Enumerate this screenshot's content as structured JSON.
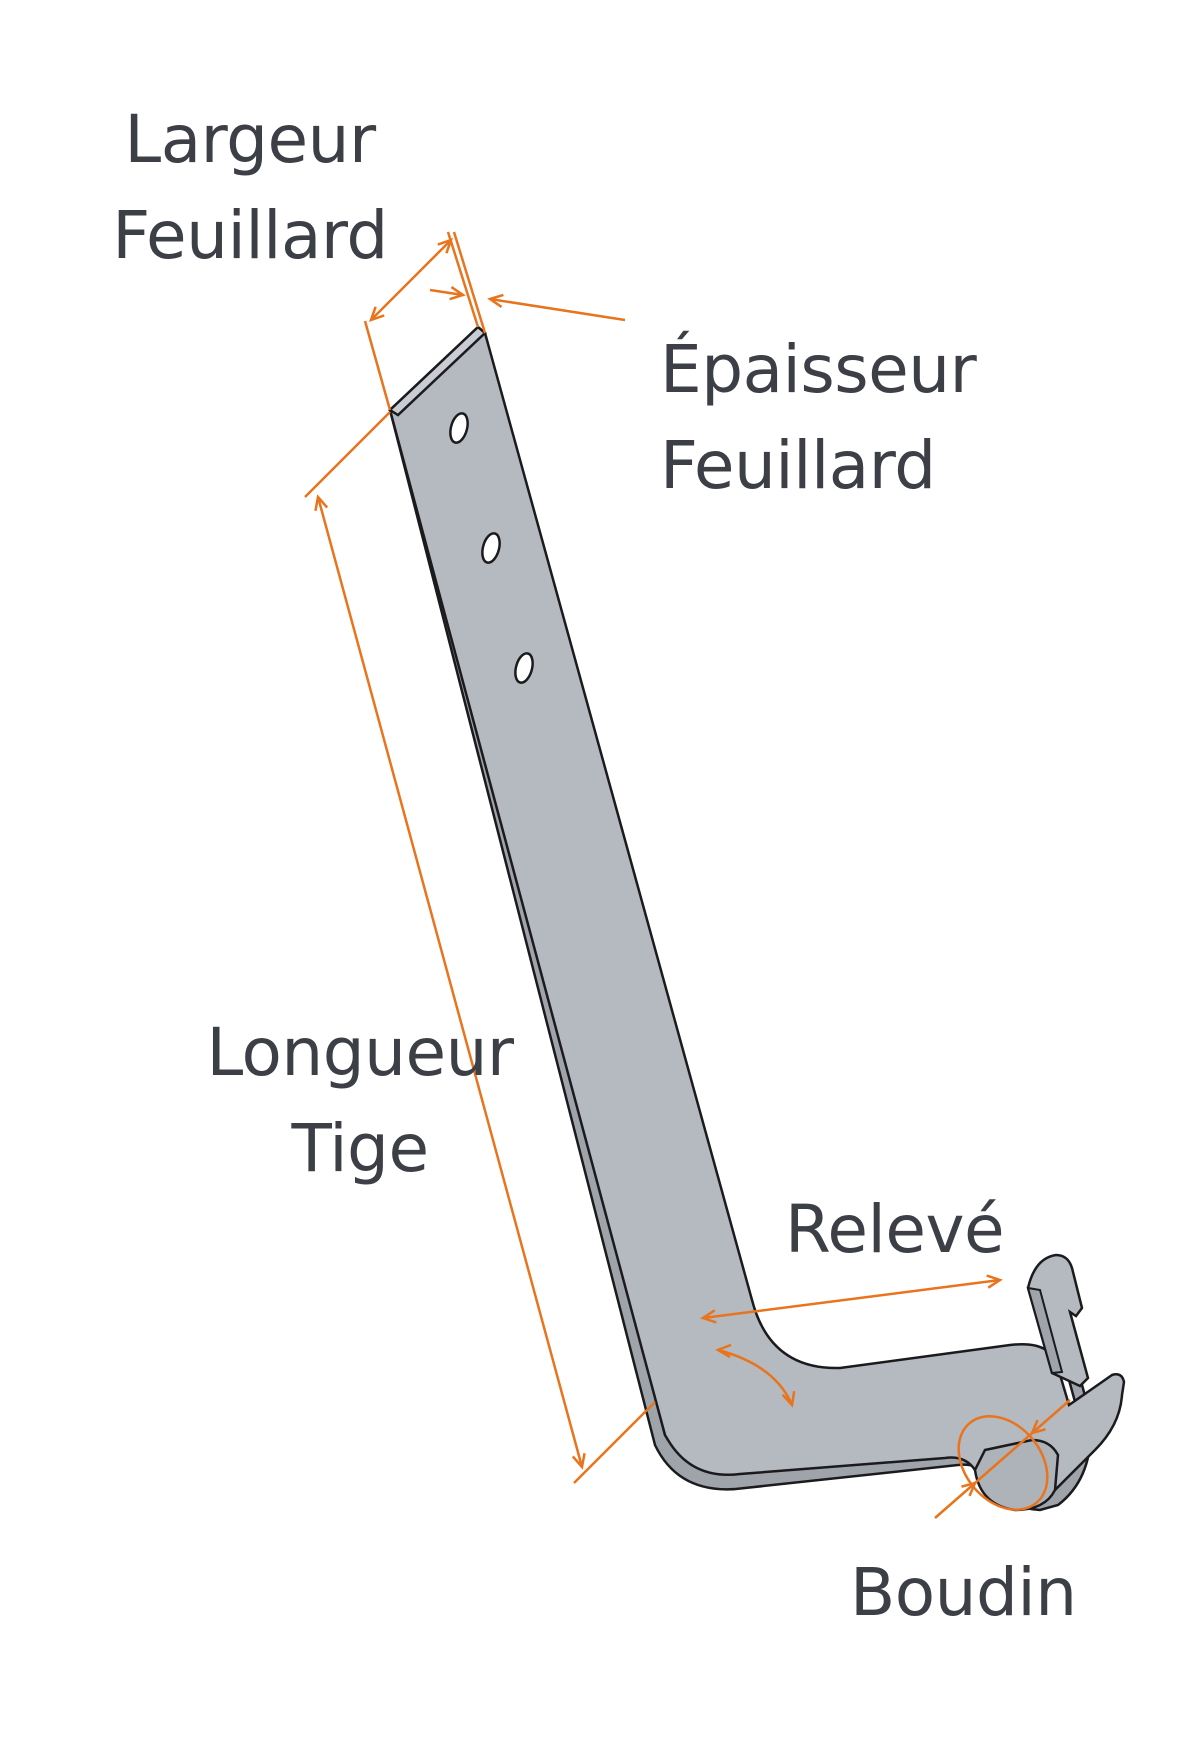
{
  "labels": {
    "largeur": [
      "Largeur",
      "Feuillard"
    ],
    "epaisseur": [
      "Épaisseur",
      "Feuillard"
    ],
    "longueur": [
      "Longueur",
      "Tige"
    ],
    "releve": "Relevé",
    "boudin": "Boudin"
  },
  "colors": {
    "dimension": "#e8741e",
    "part_fill": "#b5b9c0",
    "part_edge_fill": "#9fa3aa",
    "outline": "#1b1b1e",
    "text": "#3d3f46"
  }
}
